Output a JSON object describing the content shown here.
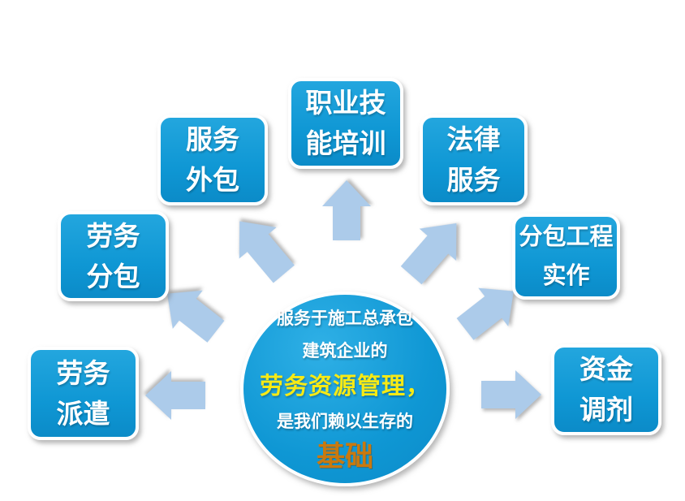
{
  "diagram": {
    "center": {
      "lines": [
        {
          "text": "服务于施工总承包",
          "emphasis": "none"
        },
        {
          "text": "建筑企业的",
          "emphasis": "none"
        },
        {
          "text": "劳务资源管理，",
          "emphasis": "yellow"
        },
        {
          "text": "是我们赖以生存的",
          "emphasis": "none"
        },
        {
          "text": "基础",
          "emphasis": "orange"
        }
      ]
    },
    "nodes": [
      {
        "id": "vocational-skill-training",
        "line1": "职业技",
        "line2": "能培训"
      },
      {
        "id": "service-outsourcing",
        "line1": "服务",
        "line2": "外包"
      },
      {
        "id": "legal-service",
        "line1": "法律",
        "line2": "服务"
      },
      {
        "id": "labor-subcontracting",
        "line1": "劳务",
        "line2": "分包"
      },
      {
        "id": "subcontract-project-work",
        "line1": "分包工程",
        "line2": "实作"
      },
      {
        "id": "labor-dispatch",
        "line1": "劳务",
        "line2": "派遣"
      },
      {
        "id": "fund-adjustment",
        "line1": "资金",
        "line2": "调剂"
      }
    ],
    "colors": {
      "node_blue": "#0f97d4",
      "node_blue_light": "#23a6de",
      "node_blue_dark": "#0b8bc8",
      "hub_blue_light": "#2fb0e6",
      "arrow_blue": "#accbea",
      "highlight_yellow": "#f7ea15",
      "highlight_orange": "#c9790f"
    }
  }
}
